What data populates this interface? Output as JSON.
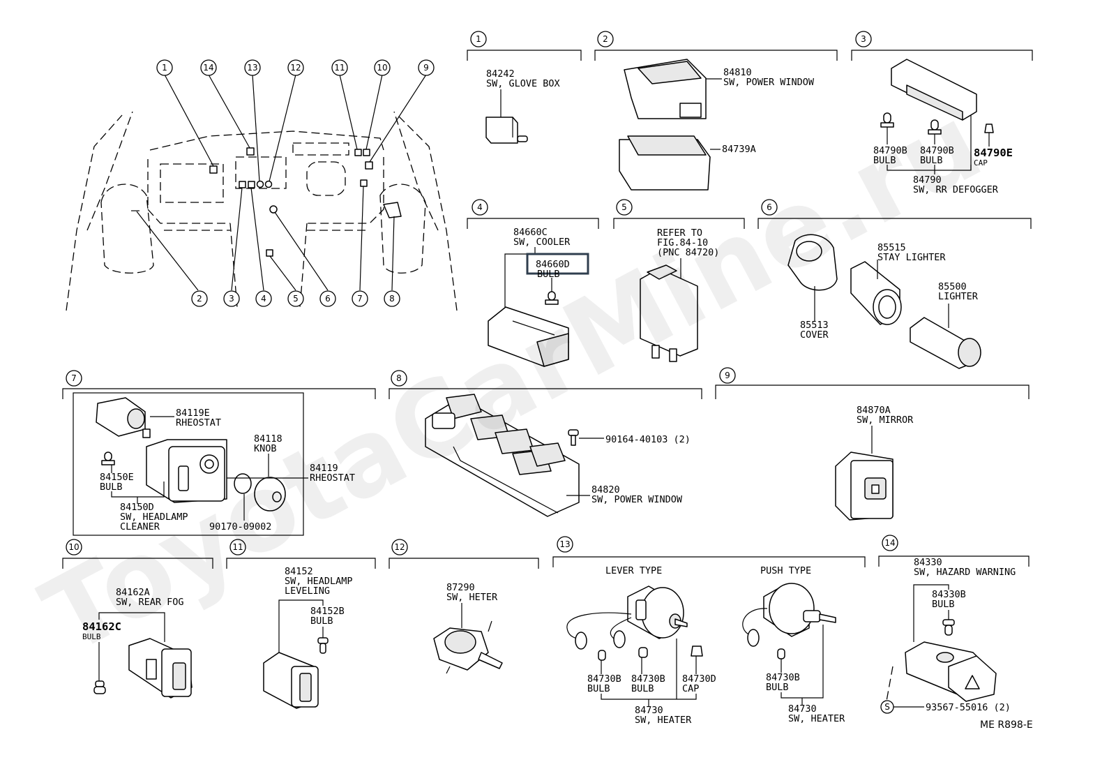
{
  "watermark": "ToyotaCarMine.ru",
  "footer_code": "ME R898-E",
  "colors": {
    "highlight": "#2f3e4e",
    "line": "#000000",
    "background": "#ffffff"
  },
  "callouts": {
    "c1": "1",
    "c2": "2",
    "c3": "3",
    "c4": "4",
    "c5": "5",
    "c6": "6",
    "c7": "7",
    "c8": "8",
    "c9": "9",
    "c10": "10",
    "c11": "11",
    "c12": "12",
    "c13": "13",
    "c14": "14"
  },
  "sections": {
    "s1": {
      "num": "1",
      "items": [
        {
          "pnc": "84242",
          "name": "SW, GLOVE BOX"
        }
      ]
    },
    "s2": {
      "num": "2",
      "items": [
        {
          "pnc": "84810",
          "name": "SW, POWER WINDOW"
        },
        {
          "pnc": "84739A"
        }
      ]
    },
    "s3": {
      "num": "3",
      "items": [
        {
          "pnc": "84790B",
          "name": "BULB"
        },
        {
          "pnc": "84790B",
          "name": "BULB"
        },
        {
          "pnc": "84790E",
          "name": "CAP"
        },
        {
          "pnc": "84790",
          "name": "SW, RR DEFOGGER"
        }
      ]
    },
    "s4": {
      "num": "4",
      "items": [
        {
          "pnc": "84660C",
          "name": "SW, COOLER"
        },
        {
          "pnc": "84660D",
          "name": "BULB"
        }
      ]
    },
    "s5": {
      "num": "5",
      "refer": [
        "REFER TO",
        "FIG.84-10",
        "(PNC 84720)"
      ]
    },
    "s6": {
      "num": "6",
      "items": [
        {
          "pnc": "85515",
          "name": "STAY LIGHTER"
        },
        {
          "pnc": "85500",
          "name": "LIGHTER"
        },
        {
          "pnc": "85513",
          "name": "COVER"
        }
      ]
    },
    "s7": {
      "num": "7",
      "items": [
        {
          "pnc": "84119E",
          "name": "RHEOSTAT"
        },
        {
          "pnc": "84118",
          "name": "KNOB"
        },
        {
          "pnc": "84150E",
          "name": "BULB"
        },
        {
          "pnc": "84119",
          "name": "RHEOSTAT"
        },
        {
          "pnc": "84150D",
          "name": "SW, HEADLAMP",
          "name2": "CLEANER"
        },
        {
          "pnc": "90170-09002"
        }
      ]
    },
    "s8": {
      "num": "8",
      "items": [
        {
          "pnc": "90164-40103 (2)"
        },
        {
          "pnc": "84820",
          "name": "SW, POWER WINDOW"
        }
      ]
    },
    "s9": {
      "num": "9",
      "items": [
        {
          "pnc": "84870A",
          "name": "SW, MIRROR"
        }
      ]
    },
    "s10": {
      "num": "10",
      "items": [
        {
          "pnc": "84162A",
          "name": "SW, REAR FOG"
        },
        {
          "pnc": "84162C",
          "name": "BULB"
        }
      ]
    },
    "s11": {
      "num": "11",
      "items": [
        {
          "pnc": "84152",
          "name": "SW, HEADLAMP",
          "name2": "LEVELING"
        },
        {
          "pnc": "84152B",
          "name": "BULB"
        }
      ]
    },
    "s12": {
      "num": "12",
      "items": [
        {
          "pnc": "87290",
          "name": "SW, HETER"
        }
      ]
    },
    "s13": {
      "num": "13",
      "lever": "LEVER TYPE",
      "push": "PUSH TYPE",
      "items": [
        {
          "pnc": "84730B",
          "name": "BULB"
        },
        {
          "pnc": "84730B",
          "name": "BULB"
        },
        {
          "pnc": "84730D",
          "name": "CAP"
        },
        {
          "pnc": "84730",
          "name": "SW, HEATER"
        },
        {
          "pnc": "84730B",
          "name": "BULB"
        },
        {
          "pnc": "84730",
          "name": "SW, HEATER"
        }
      ]
    },
    "s14": {
      "num": "14",
      "s_mark": "S",
      "items": [
        {
          "pnc": "84330",
          "name": "SW, HAZARD WARNING"
        },
        {
          "pnc": "84330B",
          "name": "BULB"
        },
        {
          "pnc": "93567-55016 (2)"
        }
      ]
    }
  }
}
